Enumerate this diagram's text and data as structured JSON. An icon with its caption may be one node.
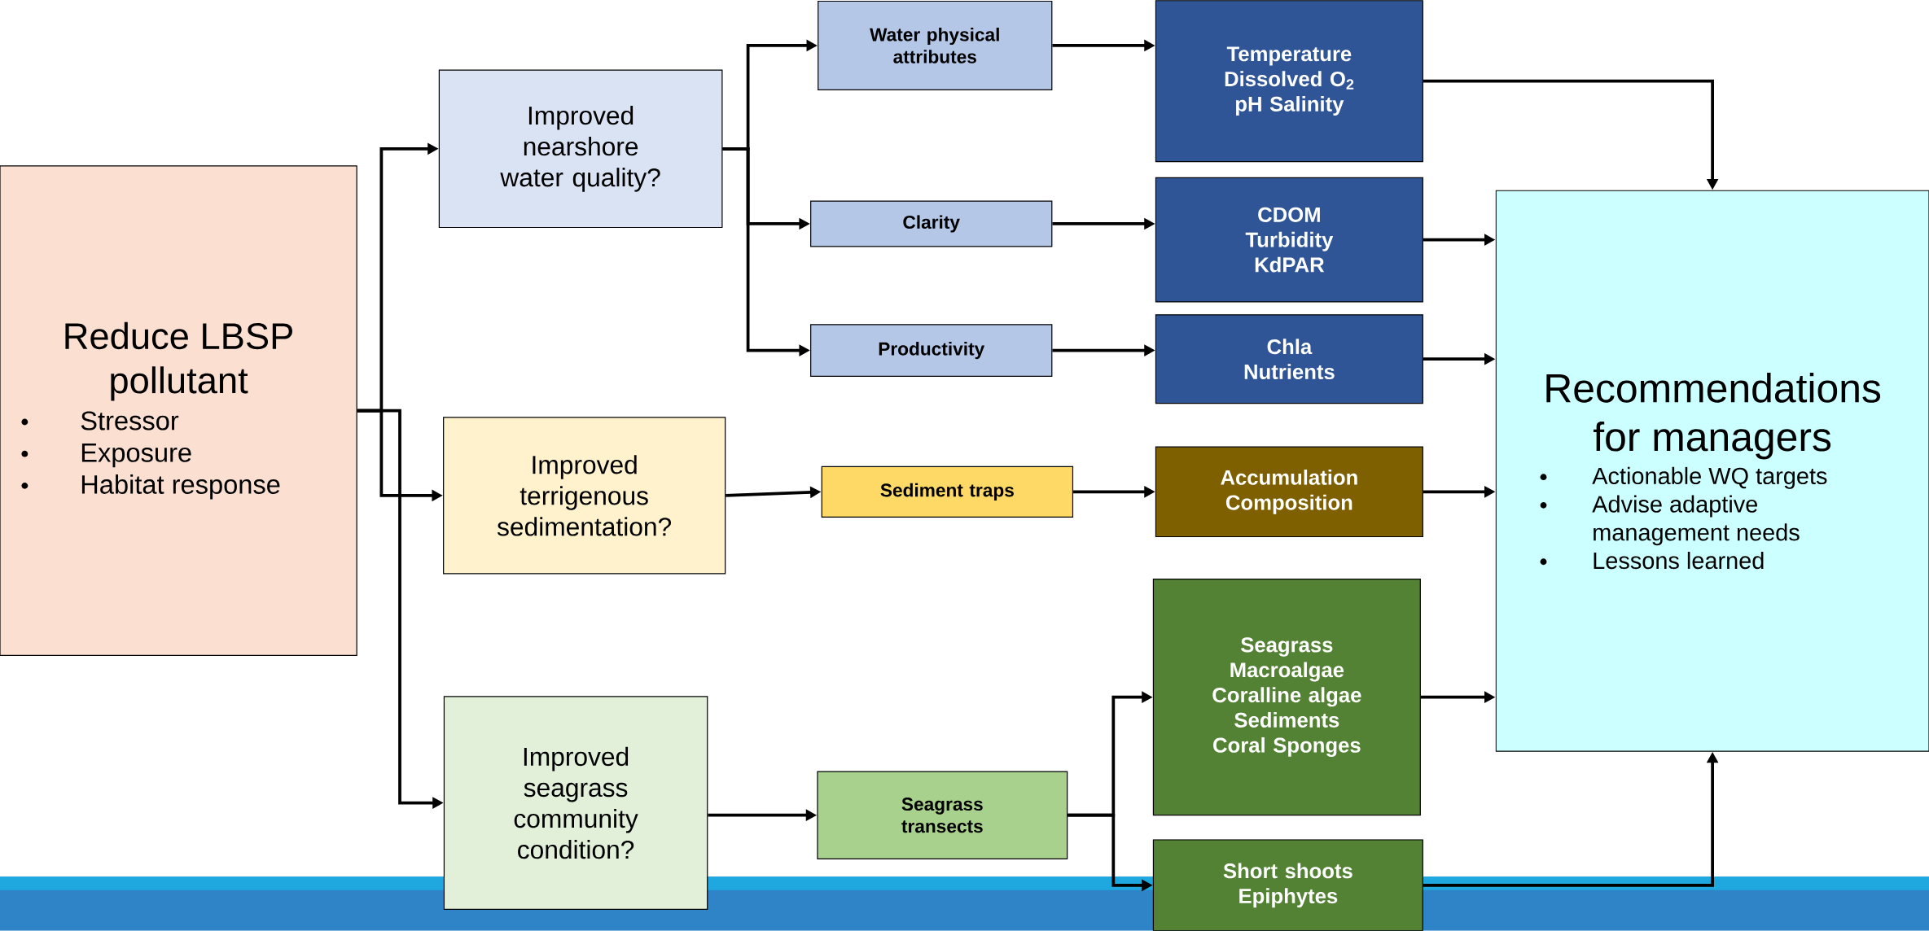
{
  "diagram": {
    "nodes": [
      {
        "text": [
          "Reduce LBSP pollutant",
          "Stressor",
          "Exposure",
          "Habitat response"
        ]
      },
      {
        "text": [
          "Improved nearshore water quality?"
        ]
      },
      {
        "text": [
          "Improved terrigenous sedimentation?"
        ]
      },
      {
        "text": [
          "Improved seagrass community condition?"
        ]
      },
      {
        "text": [
          "Water physical attributes"
        ]
      },
      {
        "text": [
          "Clarity"
        ]
      },
      {
        "text": [
          "Productivity"
        ]
      },
      {
        "text": [
          "Sediment traps"
        ]
      },
      {
        "text": [
          "Seagrass transects"
        ]
      },
      {
        "text": [
          "Temperature Dissolved O$_{2}$ pH Salinity"
        ]
      },
      {
        "text": [
          "CDOM Turbidity KdPAR"
        ]
      },
      {
        "text": [
          "Chla Nutrients"
        ]
      },
      {
        "text": [
          "Accumulation Composition"
        ]
      },
      {
        "text": [
          "Seagrass Macroalgae Coralline algae Sediments Coral Sponges"
        ]
      },
      {
        "text": [
          "Short shoots Epiphytes"
        ]
      },
      {
        "text": [
          "Recommendations for managers",
          "Actionable WQ targets",
          "Advise adaptive management needs",
          "Lessons learned"
        ]
      }
    ],
    "edges": [
      {
        "from": 0,
        "to": 1,
        "arrow": "to"
      },
      {
        "from": 0,
        "to": 2,
        "arrow": "to"
      },
      {
        "from": 0,
        "to": 3,
        "arrow": "to"
      },
      {
        "from": 1,
        "to": 4,
        "arrow": "to"
      },
      {
        "from": 1,
        "to": 5,
        "arrow": "to"
      },
      {
        "from": 1,
        "to": 6,
        "arrow": "to"
      },
      {
        "from": 2,
        "to": 7,
        "arrow": "to"
      },
      {
        "from": 3,
        "to": 8,
        "arrow": "to"
      },
      {
        "from": 4,
        "to": 9,
        "arrow": "to"
      },
      {
        "from": 5,
        "to": 10,
        "arrow": "to"
      },
      {
        "from": 6,
        "to": 11,
        "arrow": "to"
      },
      {
        "from": 7,
        "to": 12,
        "arrow": "to"
      },
      {
        "from": 8,
        "to": 13,
        "arrow": "to"
      },
      {
        "from": 8,
        "to": 14,
        "arrow": "to"
      },
      {
        "from": 9,
        "to": 15,
        "arrow": "to"
      },
      {
        "from": 10,
        "to": 15,
        "arrow": "to"
      },
      {
        "from": 11,
        "to": 15,
        "arrow": "to"
      },
      {
        "from": 12,
        "to": 15,
        "arrow": "to"
      },
      {
        "from": 13,
        "to": 15,
        "arrow": "to"
      },
      {
        "from": 14,
        "to": 15,
        "arrow": "to"
      }
    ]
  }
}
